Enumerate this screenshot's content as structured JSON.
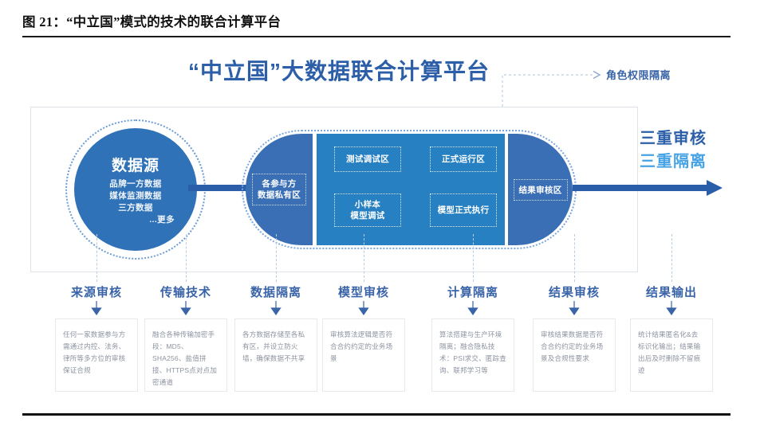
{
  "figure": {
    "caption": "图 21：“中立国”模式的技术的联合计算平台",
    "heading": "“中立国”大数据联合计算平台"
  },
  "colors": {
    "heading_blue": "#2c5fa8",
    "light_blue": "#47a3e3",
    "node_blue": "#3072b8",
    "zone_blue": "#3a6fb5",
    "compute_blue": "#2680c2",
    "label_blue": "#3a64a8",
    "body_gray": "#8d93a0"
  },
  "annotation": {
    "role_isolation": "角色权限隔离"
  },
  "datasource": {
    "title": "数据源",
    "items": [
      "品牌一方数据",
      "媒体监测数据",
      "三方数据",
      "...更多"
    ]
  },
  "platform": {
    "private_zone": "各参与方\n数据私有区",
    "private_zone_line1": "各参与方",
    "private_zone_line2": "数据私有区",
    "review_zone": "结果审核区",
    "zones": [
      {
        "id": "zone-test",
        "label": "测试调试区"
      },
      {
        "id": "zone-prod",
        "label": "正式运行区"
      },
      {
        "id": "zone-smallsample",
        "label": "小样本\n模型调试",
        "line1": "小样本",
        "line2": "模型调试"
      },
      {
        "id": "zone-modelexec",
        "label": "模型正式执行"
      }
    ]
  },
  "triple": {
    "audit": "三重审核",
    "isolation": "三重隔离"
  },
  "steps": [
    {
      "label": "来源审核",
      "description": "任何一家数据参与方需通过内控、法务、律所等多方位的审核保证合规"
    },
    {
      "label": "传输技术",
      "description": "融合各种传输加密手段：MD5、SHA256、盐值拼接、HTTPS点对点加密通道"
    },
    {
      "label": "数据隔离",
      "description": "各方数据存储至各私有区，并设立防火墙，确保数据不共享"
    },
    {
      "label": "模型审核",
      "description": "审核算法逻辑是否符合合约约定的业务场景"
    },
    {
      "label": "计算隔离",
      "description": "算法搭建与生产环境隔离；融合隐私技术：PSI求交、匿踪查询、联邦学习等"
    },
    {
      "label": "结果审核",
      "description": "审核结果数据是否符合合约约定的业务场景及合规性要求"
    },
    {
      "label": "结果输出",
      "description": "统计结果匿名化&去标识化输出；结果输出后及时删除不留痕迹"
    }
  ]
}
